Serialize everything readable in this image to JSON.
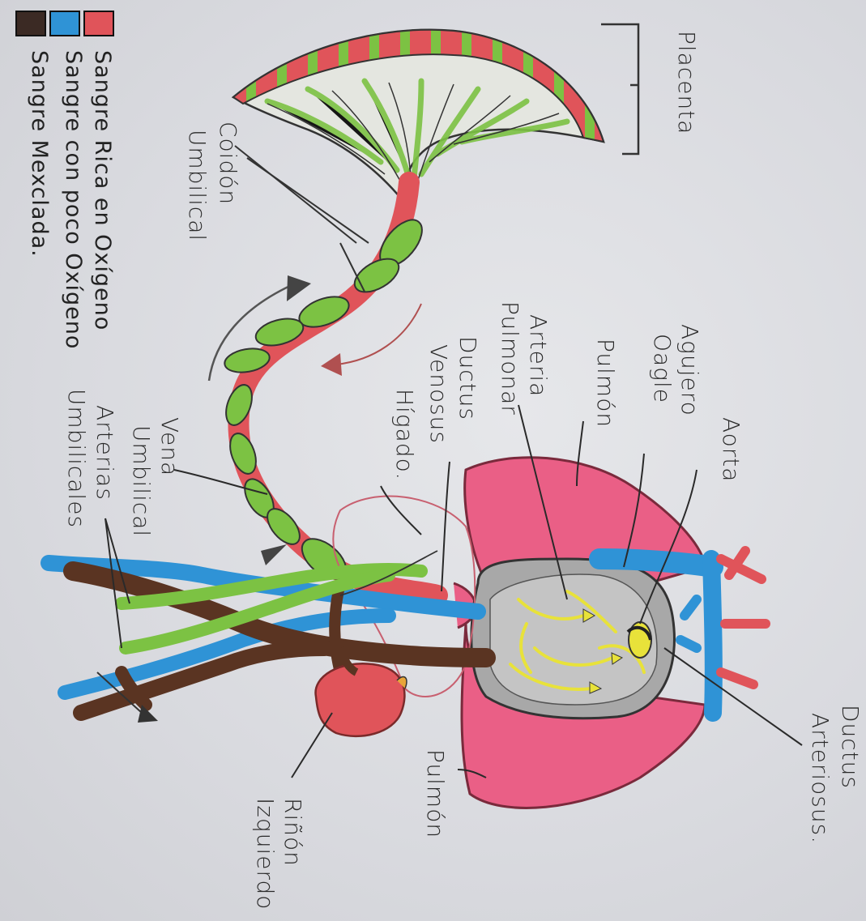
{
  "colors": {
    "oxygen_rich": "#e0545a",
    "low_oxygen": "#2f93d6",
    "mixed": "#3b2a24",
    "lung_pink": "#ea5f86",
    "cord_green": "#7cc243",
    "heart_yellow": "#e8e23a",
    "heart_gray": "#9e9e9e",
    "paper": "#dcdde1"
  },
  "legend": {
    "items": [
      {
        "label": "Sangre Rica en Oxígeno"
      },
      {
        "label": "Sangre con poco Oxígeno"
      },
      {
        "label": "Sangre Mexclada."
      }
    ]
  },
  "labels": {
    "placenta": "Placenta",
    "cordon_1": "Coidón",
    "cordon_2": "Umbilical",
    "agujero_1": "Agujero",
    "agujero_2": "Oagle",
    "aorta": "Aorta",
    "pulmon_top": "Pulmón",
    "arteria_pulmonar_1": "Arteria",
    "arteria_pulmonar_2": "Pulmonar",
    "ductus_venosus_1": "Ductus",
    "ductus_venosus_2": "Venosus",
    "higado": "Hígado.",
    "vena_umbilical_1": "Vena",
    "vena_umbilical_2": "Umbilical",
    "arterias_umbilicales_1": "Arterias",
    "arterias_umbilicales_2": "Umbilicales",
    "ductus_arteriosus_1": "Ductus",
    "ductus_arteriosus_2": "Arteriosus.",
    "pulmon_bottom": "Pulmón",
    "rinon_1": "Riñón",
    "rinon_2": "Izquierdo"
  }
}
